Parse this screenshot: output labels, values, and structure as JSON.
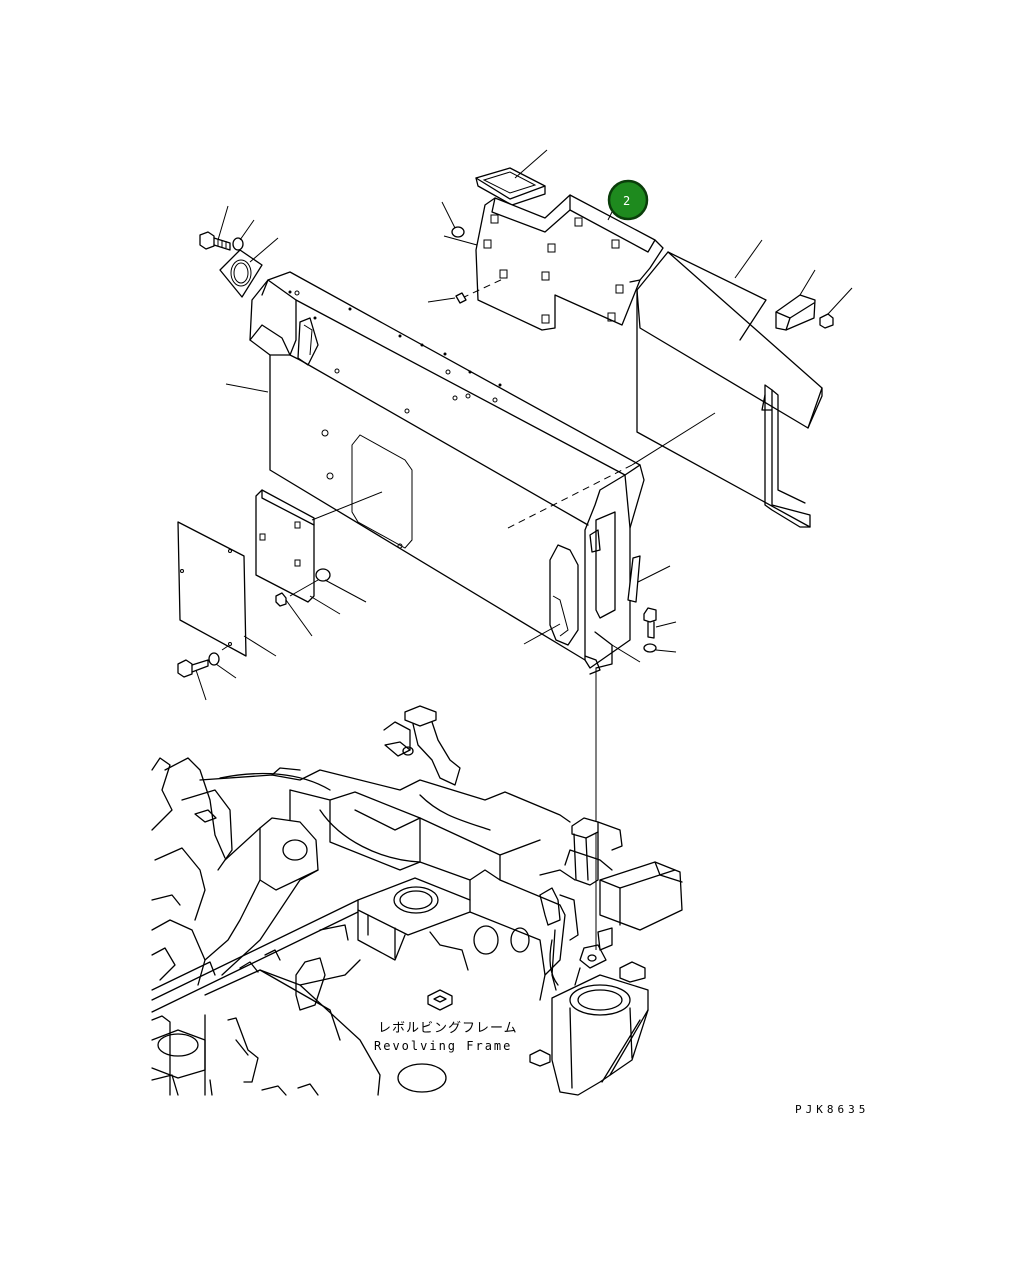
{
  "diagram": {
    "callout": {
      "label": "2",
      "color": "#1e8a1e",
      "ring_color": "#0a3d0a",
      "text_color": "#ffffff"
    },
    "caption_jp": "レボルビングフレーム",
    "caption_en": "Revolving Frame",
    "drawing_code": "PJK8635",
    "line_color": "#000000",
    "background": "#ffffff"
  }
}
